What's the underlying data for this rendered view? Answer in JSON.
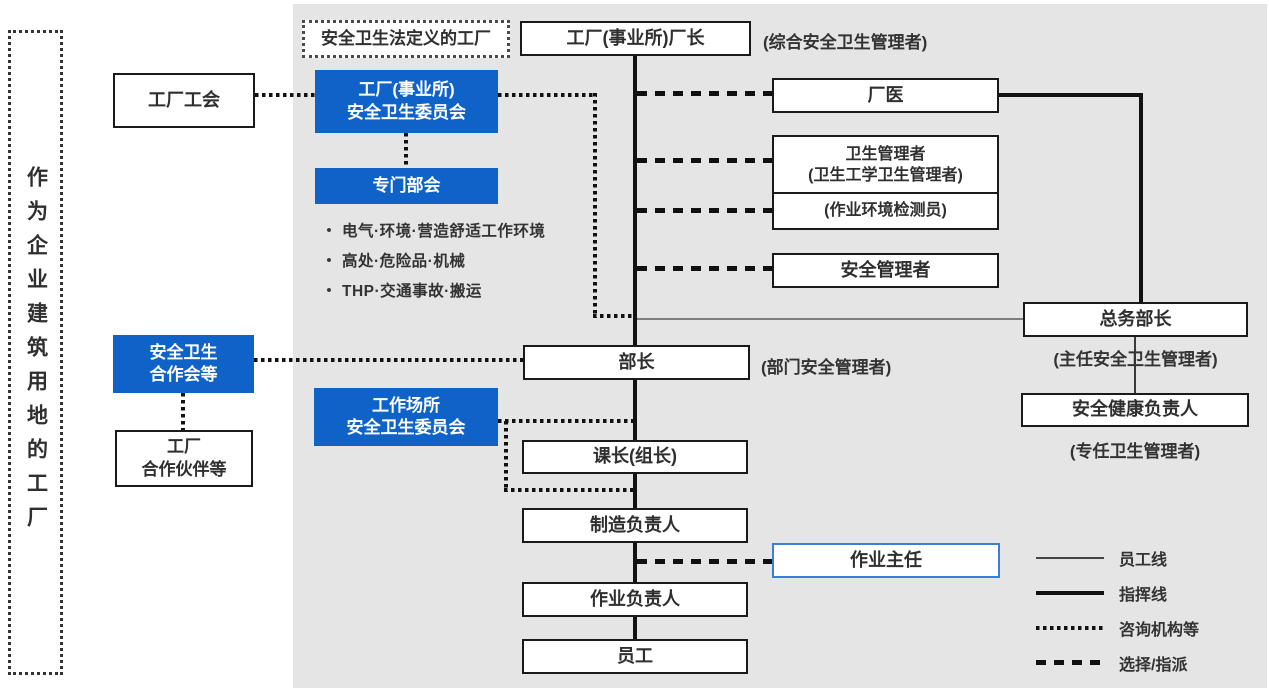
{
  "colors": {
    "panel_bg": "#e5e5e5",
    "accent_blue": "#0f63c8",
    "operation_chief_border": "#3b7ddd",
    "box_border": "#1a1a1a",
    "thick_line": "#121212",
    "thin_line": "#7d7d7d"
  },
  "site_label": "作为企业建筑用地的工厂",
  "law_factory_label": "安全卫生法定义的工厂",
  "bullet_char": "•",
  "nodes": {
    "plant_manager": "工厂(事业所)厂长",
    "union": "工厂工会",
    "factory_committee": "工厂(事业所)\n安全卫生委员会",
    "special_subcommittee": "专门部会",
    "doctor": "厂医",
    "hygiene_manager": "卫生管理者\n(卫生工学卫生管理者)",
    "env_inspector": "(作业环境检测员)",
    "safety_manager": "安全管理者",
    "general_affairs_director": "总务部长",
    "health_safety_officer": "安全健康负责人",
    "dept_head": "部长",
    "coop_council": "安全卫生\n合作会等",
    "factory_partners": "工厂\n合作伙伴等",
    "workplace_committee": "工作场所\n安全卫生委员会",
    "section_chief": "课长(组长)",
    "manufacturing_lead": "制造负责人",
    "operation_chief": "作业主任",
    "operation_lead": "作业负责人",
    "staff": "员工"
  },
  "annotations": {
    "plant_manager": "(综合安全卫生管理者)",
    "dept_head": "(部门安全管理者)",
    "general_affairs_director": "(主任安全卫生管理者)",
    "health_safety_officer": "(专任卫生管理者)"
  },
  "subcommittee_topics": [
    "电气·环境·营造舒适工作环境",
    "高处·危险品·机械",
    "THP·交通事故·搬运"
  ],
  "legend": {
    "items": [
      {
        "style": "thin",
        "label": "员工线"
      },
      {
        "style": "thick",
        "label": "指挥线"
      },
      {
        "style": "dotted",
        "label": "咨询机构等"
      },
      {
        "style": "dashed",
        "label": "选择/指派"
      }
    ]
  }
}
